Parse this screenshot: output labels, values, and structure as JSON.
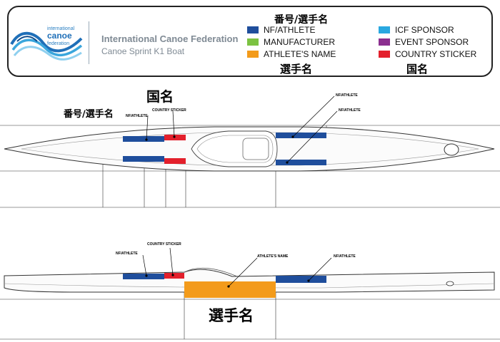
{
  "header": {
    "logo": {
      "line1": "international",
      "line2": "canoe",
      "line3": "federation"
    },
    "org_name": "International Canoe Federation",
    "org_sub": "Canoe Sprint K1 Boat",
    "jp_top": "番号/選手名",
    "jp_athlete": "選手名",
    "jp_country": "国名"
  },
  "legend": {
    "items": [
      {
        "label": "NF/ATHLETE",
        "color": "#1f4e9c"
      },
      {
        "label": "MANUFACTURER",
        "color": "#7cc242"
      },
      {
        "label": "ATHLETE'S NAME",
        "color": "#f39b1b"
      },
      {
        "label": "ICF SPONSOR",
        "color": "#29a8e0"
      },
      {
        "label": "EVENT SPONSOR",
        "color": "#8b2f8f"
      },
      {
        "label": "COUNTRY STICKER",
        "color": "#e3202c"
      }
    ]
  },
  "top_view": {
    "jp_country": "国名",
    "jp_number": "番号/選手名",
    "label_country_sticker": "COUNTRY STICKER",
    "label_nf_athlete_left": "NF/ATHLETE",
    "label_nf_athlete_right_1": "NF/ATHLETE",
    "label_nf_athlete_right_2": "NF/ATHLETE"
  },
  "side_view": {
    "label_country_sticker": "COUNTRY STICKER",
    "label_nf_athlete_left": "NF/ATHLETE",
    "label_athletes_name": "ATHLETE'S NAME",
    "label_nf_athlete_right": "NF/ATHLETE",
    "jp_athlete": "選手名"
  }
}
